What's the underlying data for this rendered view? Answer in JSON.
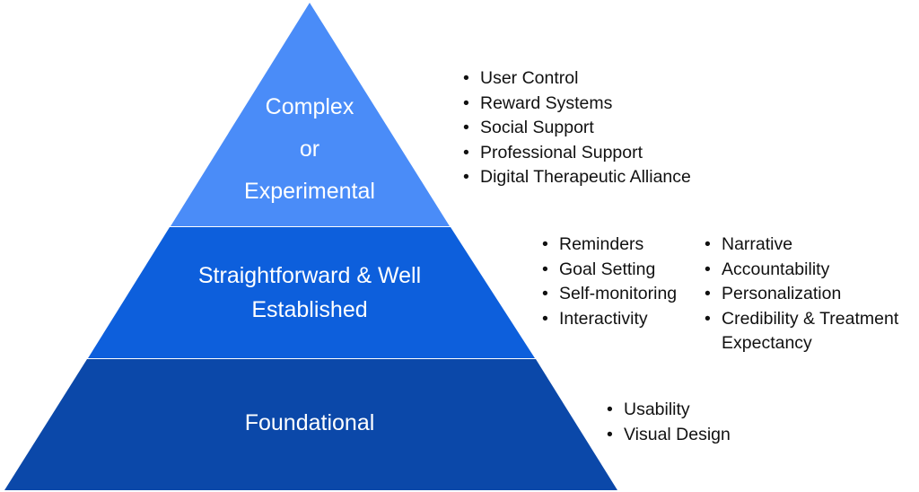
{
  "pyramid": {
    "top": {
      "label_lines": [
        "Complex",
        "or",
        "Experimental"
      ],
      "color": "#4a8cf8",
      "bullets": [
        "User Control",
        "Reward Systems",
        "Social Support",
        "Professional Support",
        "Digital Therapeutic Alliance"
      ]
    },
    "middle": {
      "label_lines": [
        "Straightforward & Well",
        "Established"
      ],
      "color": "#0d5fdc",
      "bullets_left": [
        "Reminders",
        "Goal Setting",
        "Self-monitoring",
        "Interactivity"
      ],
      "bullets_right": [
        "Narrative",
        "Accountability",
        "Personalization",
        "Credibility & Treatment Expectancy"
      ]
    },
    "bottom": {
      "label_lines": [
        "Foundational"
      ],
      "color": "#0b48a9",
      "bullets": [
        "Usability",
        "Visual Design"
      ]
    }
  }
}
